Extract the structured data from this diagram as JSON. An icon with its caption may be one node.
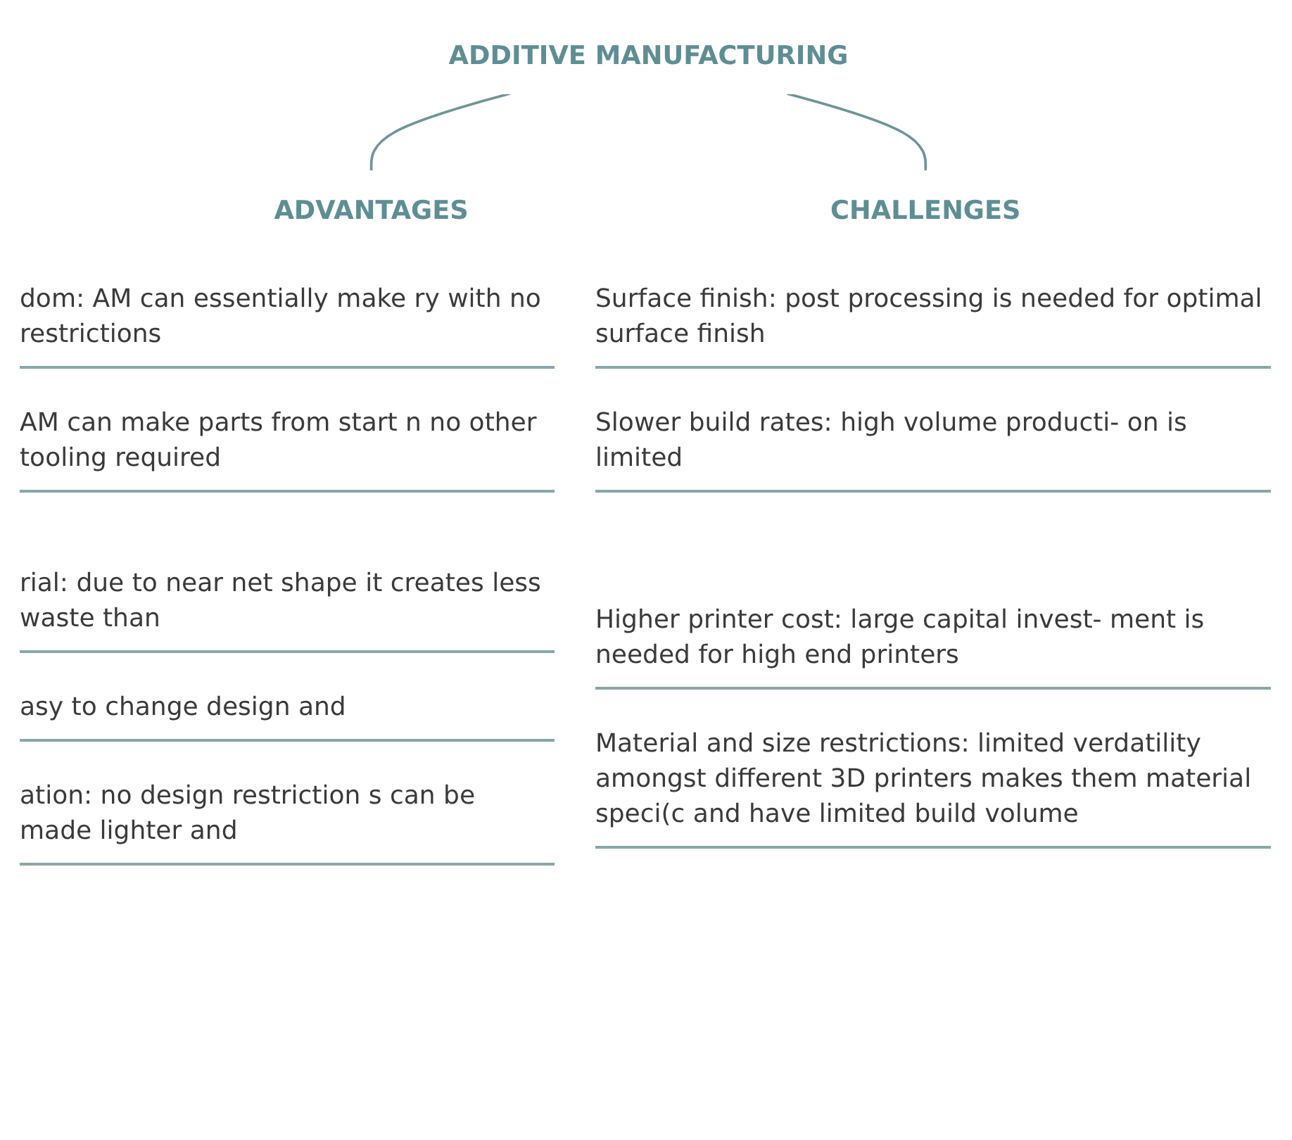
{
  "diagram": {
    "nodes": [
      {
        "text": [
          "ADDITIVE MANUFACTURING"
        ]
      },
      {
        "text": [
          "ADVANTAGES"
        ]
      },
      {
        "text": [
          "CHALLENGES"
        ]
      }
    ],
    "edges": [
      {
        "from": 0,
        "to": 1,
        "arrow": "none"
      },
      {
        "from": 0,
        "to": 2,
        "arrow": "none"
      }
    ],
    "labels": [
      "dom: AM can essentially make ry with no restrictions",
      "AM can make parts from start n no other tooling required",
      "rial: due to near net shape it creates less waste than",
      "asy to change design and",
      "ation: no design restriction s can be made lighter and",
      "Surface finish: post processing is needed for optimal surface finish",
      "Slower build rates: high volume producti- on is limited",
      "Higher printer cost: large capital invest- ment is needed for high end printers",
      "Material and size restrictions: limited verdatility amongst different 3D printers makes them material speci(c and have limited build volume"
    ]
  }
}
